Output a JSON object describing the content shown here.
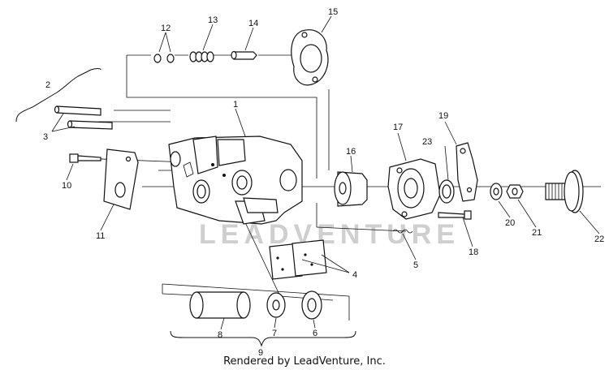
{
  "watermark": "LEADVENTURE",
  "credit": "Rendered by LeadVenture, Inc.",
  "callouts": [
    "1",
    "2",
    "3",
    "4",
    "5",
    "6",
    "7",
    "8",
    "9",
    "10",
    "11",
    "12",
    "13",
    "14",
    "15",
    "16",
    "17",
    "18",
    "19",
    "20",
    "21",
    "22",
    "23"
  ]
}
